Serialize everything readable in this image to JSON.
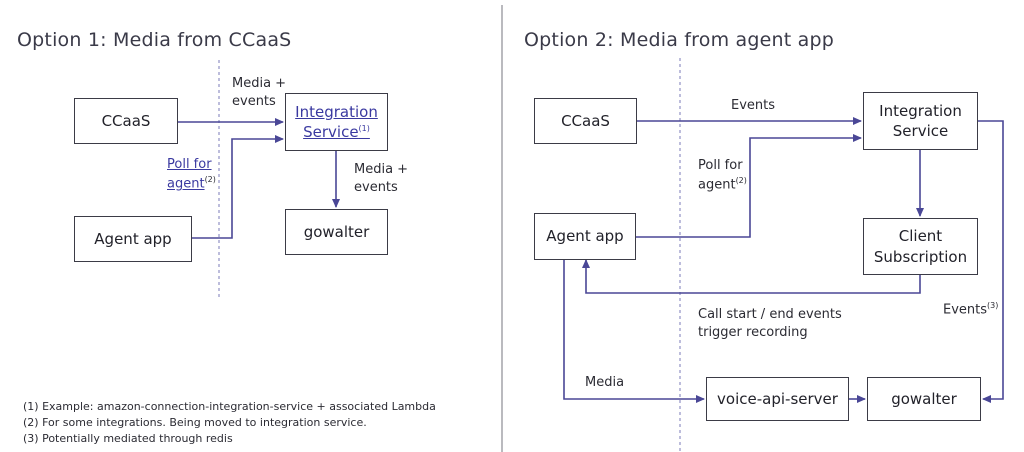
{
  "colors": {
    "arrow": "#4a4796",
    "dashed": "#7b7bb8",
    "divider": "#8c8c94",
    "box_border": "#3b3b46"
  },
  "left": {
    "title": "Option 1: Media from CCaaS",
    "boxes": {
      "ccaas": "CCaaS",
      "agent_app": "Agent app",
      "integration": "Integration Service",
      "gowalter": "gowalter"
    },
    "integration_sup": "(1)",
    "labels": {
      "media_events_top_1": "Media +",
      "media_events_top_2": "events",
      "poll_1": "Poll for",
      "poll_2": "agent",
      "poll_sup": "(2)",
      "media_events_mid_1": "Media +",
      "media_events_mid_2": "events"
    },
    "notes": [
      "(1) Example: amazon-connection-integration-service + associated Lambda",
      "(2) For some integrations. Being moved to integration service.",
      "(3) Potentially mediated through redis"
    ]
  },
  "right": {
    "title": "Option 2: Media from agent app",
    "boxes": {
      "ccaas": "CCaaS",
      "agent_app": "Agent app",
      "integration_1": "Integration",
      "integration_2": "Service",
      "client_1": "Client",
      "client_2": "Subscription",
      "voice": "voice-api-server",
      "gowalter": "gowalter"
    },
    "labels": {
      "events": "Events",
      "poll_1": "Poll for",
      "poll_2": "agent",
      "poll_sup": "(2)",
      "call_1": "Call start / end events",
      "call_2": "trigger recording",
      "events3": "Events",
      "events3_sup": "(3)",
      "media": "Media"
    }
  }
}
